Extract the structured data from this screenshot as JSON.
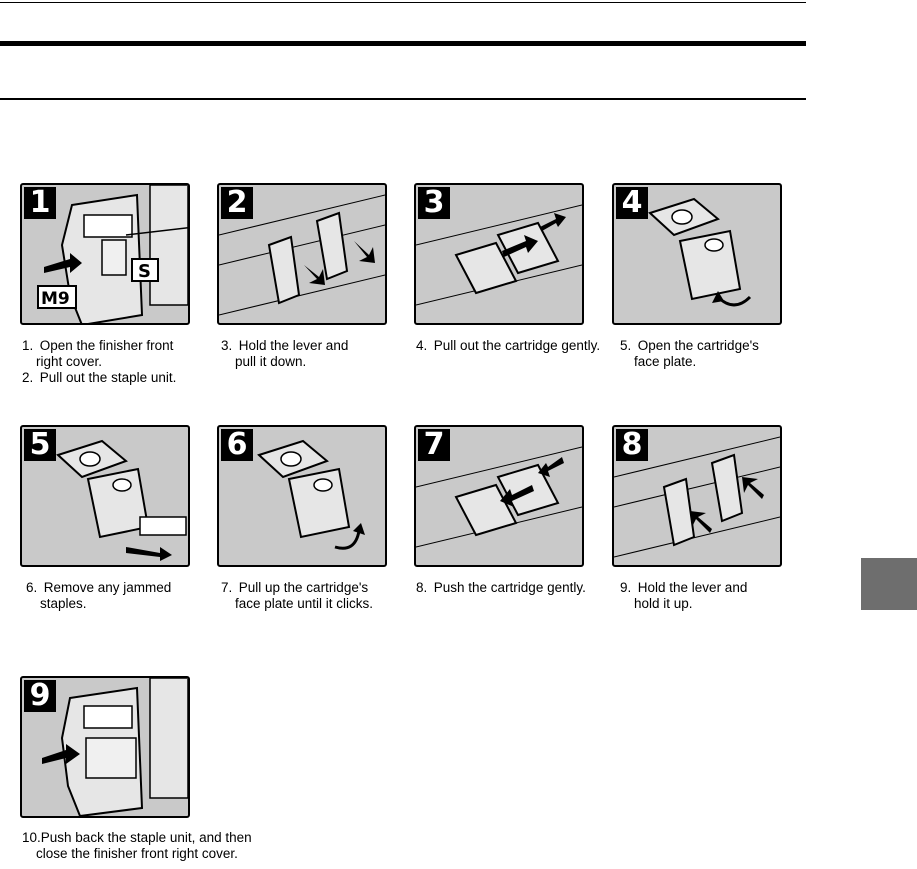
{
  "steps": [
    {
      "badge": "1",
      "lines": [
        {
          "num": "1.",
          "text": "Open the finisher front"
        },
        {
          "num": "",
          "text": "right cover."
        },
        {
          "num": "2.",
          "text": "Pull out the staple unit."
        }
      ]
    },
    {
      "badge": "2",
      "lines": [
        {
          "num": "3.",
          "text": "Hold the lever and"
        },
        {
          "num": "",
          "text": "pull it down."
        }
      ]
    },
    {
      "badge": "3",
      "lines": [
        {
          "num": "4.",
          "text": "Pull out the cartridge gently."
        }
      ]
    },
    {
      "badge": "4",
      "lines": [
        {
          "num": "5.",
          "text": "Open the cartridge's"
        },
        {
          "num": "",
          "text": "face plate."
        }
      ]
    },
    {
      "badge": "5",
      "lines": [
        {
          "num": "6.",
          "text": "Remove any jammed"
        },
        {
          "num": "",
          "text": "staples."
        }
      ]
    },
    {
      "badge": "6",
      "lines": [
        {
          "num": "7.",
          "text": "Pull up the cartridge's"
        },
        {
          "num": "",
          "text": "face plate until it clicks."
        }
      ]
    },
    {
      "badge": "7",
      "lines": [
        {
          "num": "8.",
          "text": "Push the cartridge gently."
        }
      ]
    },
    {
      "badge": "8",
      "lines": [
        {
          "num": "9.",
          "text": "Hold the lever and"
        },
        {
          "num": "",
          "text": "hold it up."
        }
      ]
    },
    {
      "badge": "9",
      "lines": [
        {
          "num": "10.",
          "text": "Push back the staple unit, and then"
        },
        {
          "num": "",
          "text": "close the finisher front right cover."
        }
      ]
    }
  ],
  "labels": {
    "m9": "M9",
    "s": "S"
  }
}
